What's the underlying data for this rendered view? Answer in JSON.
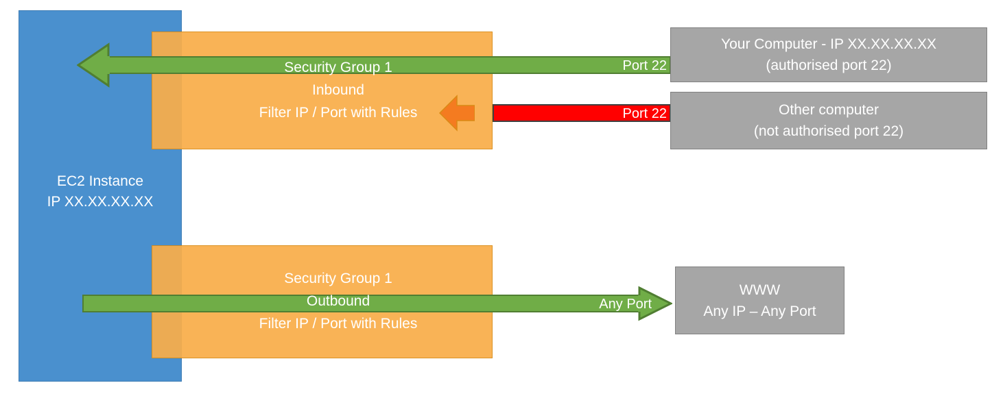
{
  "diagram": {
    "title": "AWS EC2 Security Group inbound and outbound traffic filtering",
    "colors": {
      "ec2_blue": "#4A90CE",
      "security_group_orange": "#F9AE4A",
      "allowed_green": "#70AD47",
      "blocked_red": "#FF0000",
      "blocked_arrow_orange": "#ED7D31",
      "external_gray": "#A6A6A6",
      "background": "#FFFFFF",
      "text_white": "#FFFFFF"
    }
  },
  "ec2": {
    "line1": "EC2 Instance",
    "line2": "IP XX.XX.XX.XX"
  },
  "security_groups": {
    "inbound": {
      "line1": "Security Group 1",
      "line2": "Inbound",
      "line3": "Filter IP / Port with Rules"
    },
    "outbound": {
      "line1": "Security Group 1",
      "line2": "Outbound",
      "line3": "Filter IP / Port with Rules"
    }
  },
  "flows": {
    "inbound_allowed": {
      "port_label": "Port 22",
      "direction": "inbound",
      "status": "allowed"
    },
    "inbound_blocked": {
      "port_label": "Port 22",
      "direction": "inbound",
      "status": "blocked"
    },
    "outbound_allowed": {
      "port_label": "Any Port",
      "direction": "outbound",
      "status": "allowed"
    }
  },
  "external_nodes": {
    "your_computer": {
      "line1": "Your Computer - IP XX.XX.XX.XX",
      "line2": "(authorised port 22)"
    },
    "other_computer": {
      "line1": "Other computer",
      "line2": "(not authorised port 22)"
    },
    "www": {
      "line1": "WWW",
      "line2": "Any IP – Any Port"
    }
  }
}
